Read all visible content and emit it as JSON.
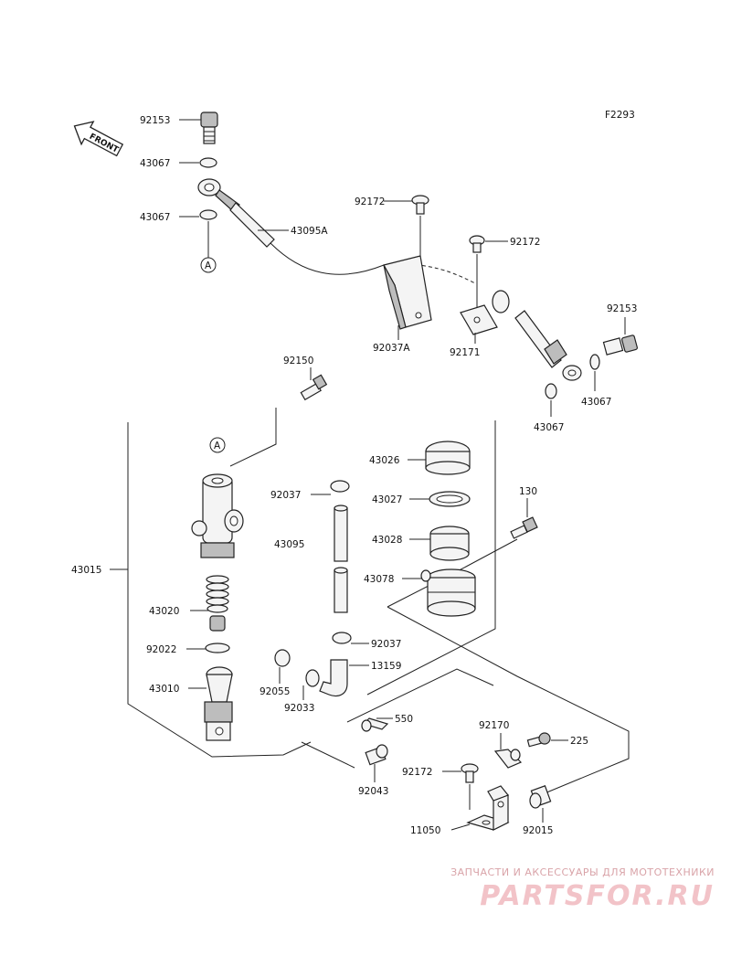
{
  "diagram": {
    "code": "F2293",
    "front_label": "FRONT",
    "ref_marker": "A",
    "parts": {
      "p92153a": "92153",
      "p43067a": "43067",
      "p43067b": "43067",
      "p43095A": "43095A",
      "p92172a": "92172",
      "p92172b": "92172",
      "p92037A": "92037A",
      "p92171": "92171",
      "p92153b": "92153",
      "p43067c": "43067",
      "p43067d": "43067",
      "p92150": "92150",
      "p43026": "43026",
      "p92037a": "92037",
      "p43027": "43027",
      "p130": "130",
      "p43095": "43095",
      "p43028": "43028",
      "p43015": "43015",
      "p43078": "43078",
      "p43020": "43020",
      "p92022": "92022",
      "p92037b": "92037",
      "p13159": "13159",
      "p92055": "92055",
      "p43010": "43010",
      "p92033": "92033",
      "p550": "550",
      "p92170": "92170",
      "p225": "225",
      "p92172c": "92172",
      "p92043": "92043",
      "p11050": "11050",
      "p92015": "92015"
    }
  },
  "watermark": {
    "tagline": "ЗАПЧАСТИ И АКСЕССУАРЫ ДЛЯ МОТОТЕХНИКИ",
    "brand": "PARTSFOR.RU"
  }
}
